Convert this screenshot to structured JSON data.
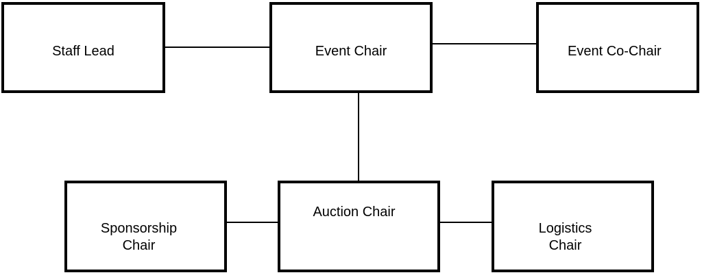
{
  "org_chart": {
    "staff_lead": {
      "label": "Staff Lead"
    },
    "event_chair": {
      "label": "Event Chair"
    },
    "event_cochair": {
      "label": "Event Co-Chair"
    },
    "auction_chair": {
      "label": "Auction Chair"
    },
    "sponsorship_chair": {
      "line1": "Sponsorship",
      "line2": "Chair"
    },
    "logistics_chair": {
      "line1": "Logistics",
      "line2": "Chair"
    }
  },
  "colors": {
    "line": "#000000",
    "box_fill": "#ffffff",
    "text": "#000000"
  }
}
